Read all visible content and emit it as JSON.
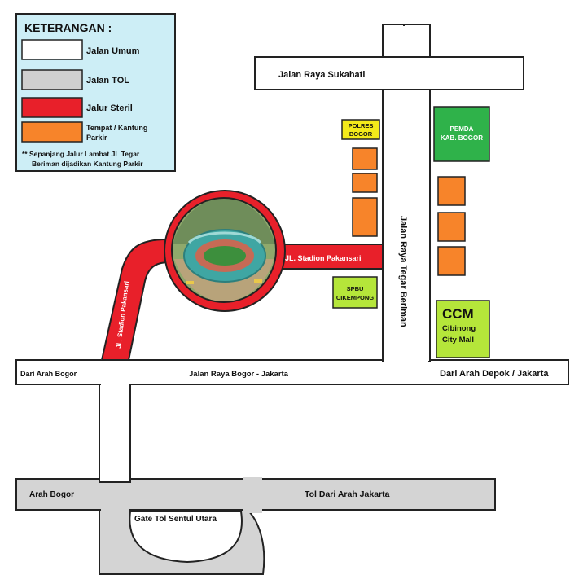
{
  "legend": {
    "title": "KETERANGAN :",
    "items": [
      {
        "label": "Jalan Umum",
        "color": "#ffffff"
      },
      {
        "label": "Jalan TOL",
        "color": "#cfcfcf"
      },
      {
        "label": "Jalur Steril",
        "color": "#e8202a"
      },
      {
        "label_line1": "Tempat / Kantung",
        "label_line2": "Parkir",
        "color": "#f7842a"
      }
    ],
    "note_line1": "** Sepanjang Jalur Lambat JL Tegar",
    "note_line2": "Beriman dijadikan Kantung Parkir",
    "background": "#cdeef6"
  },
  "roads": {
    "sukahati": "Jalan Raya Sukahati",
    "tegar_beriman": "Jalan Raya Tegar Beriman",
    "bogor_jakarta": "Jalan Raya Bogor - Jakarta",
    "dari_bogor": "Dari Arah Bogor",
    "dari_depok": "Dari Arah Depok / Jakarta",
    "stadion_h": "JL. Stadion Pakansari",
    "stadion_v": "JL. Stadion Pakansari",
    "toll_arah_bogor": "Arah Bogor",
    "toll_dari_jakarta": "Tol Dari Arah Jakarta",
    "toll_gate": "Gate Tol Sentul Utara"
  },
  "places": {
    "polres_line1": "POLRES",
    "polres_line2": "BOGOR",
    "pemda_line1": "PEMDA",
    "pemda_line2": "KAB. BOGOR",
    "spbu_line1": "SPBU",
    "spbu_line2": "CIKEMPONG",
    "ccm_title": "CCM",
    "ccm_line1": "Cibinong",
    "ccm_line2": "City Mall"
  },
  "colors": {
    "road": "#ffffff",
    "toll": "#d4d4d4",
    "sterile": "#e8202a",
    "parking": "#f7842a",
    "pemda": "#2fb24a",
    "polres": "#f4ea1a",
    "spbu": "#b5e63a",
    "ccm": "#b5e63a"
  }
}
